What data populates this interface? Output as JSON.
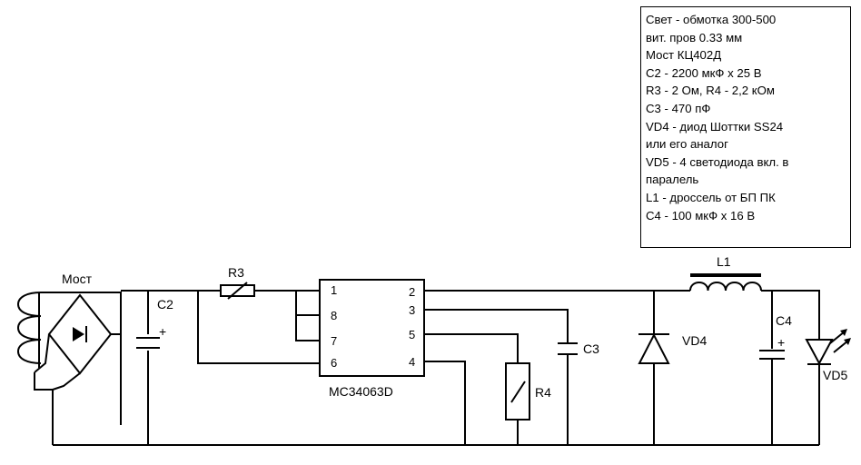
{
  "notes": [
    "Свет - обмотка 300-500",
    "вит. пров 0.33 мм",
    "Мост КЦ402Д",
    "С2 - 2200 мкФ х 25 В",
    "R3 - 2 Ом, R4 - 2,2 кОм",
    "С3 - 470 пФ",
    "VD4 - диод Шоттки SS24",
    "или его аналог",
    "VD5 - 4 светодиода вкл. в",
    "паралель",
    "L1 - дроссель от БП ПК",
    " С4 - 100 мкФ х 16 В"
  ],
  "components": {
    "bridge": "Мост",
    "c2": "C2",
    "r3": "R3",
    "ic": "MC34063D",
    "r4": "R4",
    "c3": "C3",
    "vd4": "VD4",
    "l1": "L1",
    "c4": "C4",
    "vd5": "VD5"
  },
  "ic_pins": [
    "1",
    "8",
    "7",
    "6",
    "2",
    "3",
    "5",
    "4"
  ],
  "polarity": {
    "c2": "+",
    "c4": "+"
  }
}
